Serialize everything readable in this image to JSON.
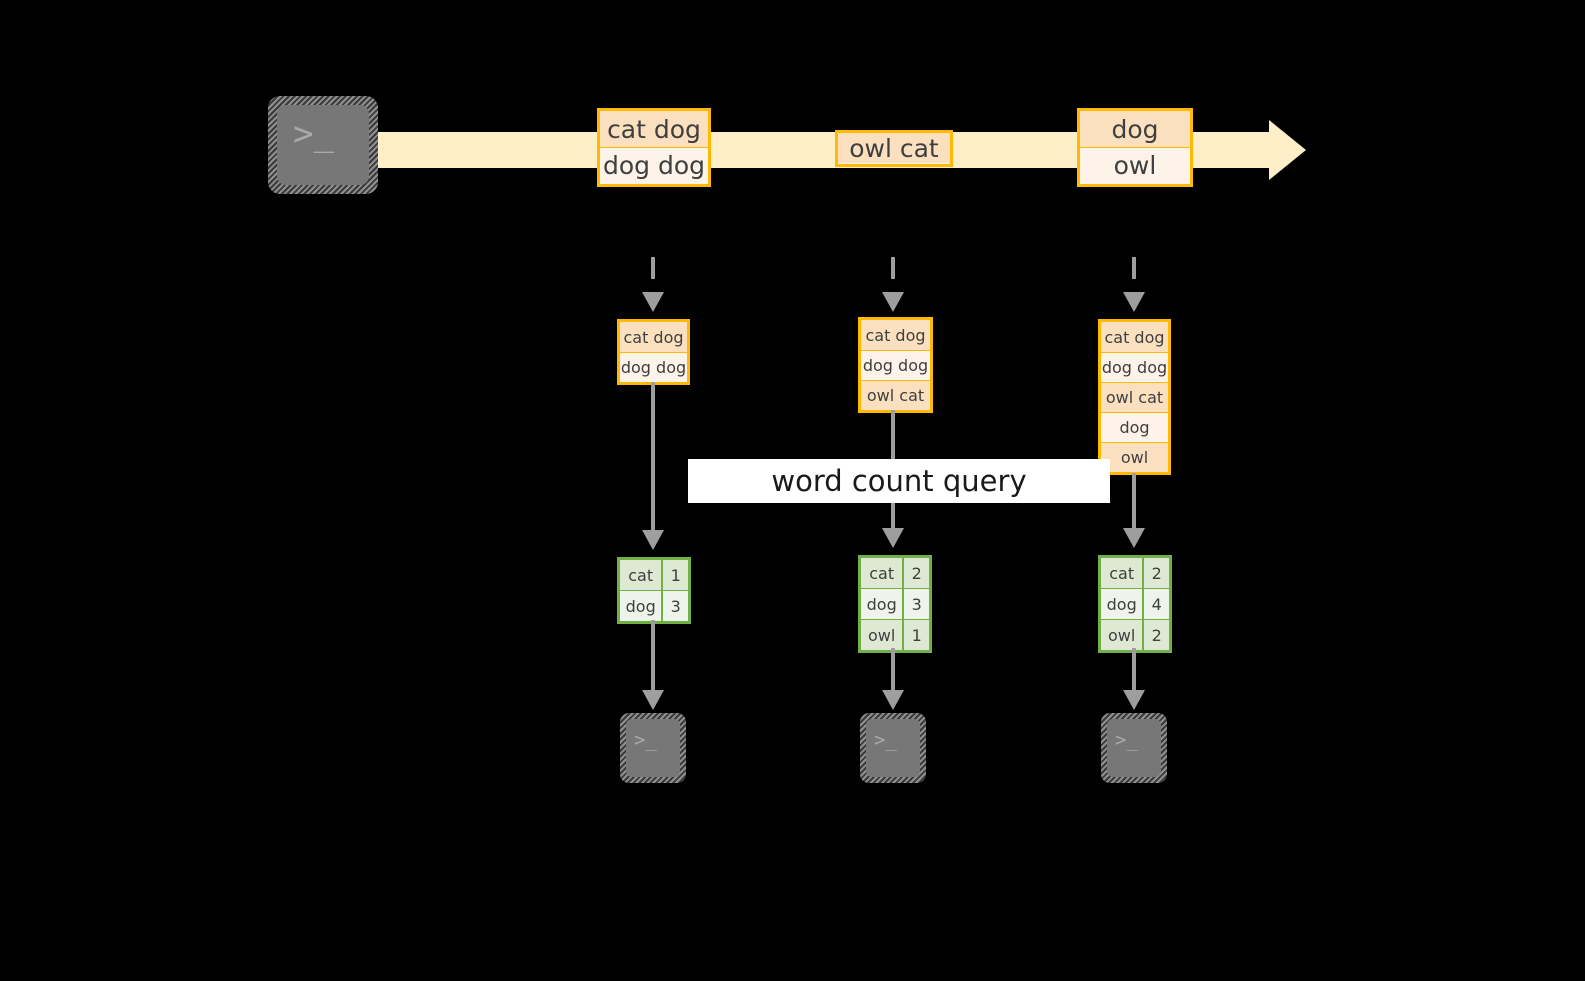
{
  "diagram": {
    "title": "",
    "colors": {
      "background": "#000000",
      "stream_bar": "#FFEFC8",
      "event_border": "#FFB900",
      "event_fill_dark": "#FBE0C0",
      "event_fill_light": "#FDF3E8",
      "result_border": "#71AF47",
      "result_fill_dark": "#DEE9D3",
      "result_fill_light": "#EFF4EB",
      "arrow": "#9E9E9E",
      "terminal_body": "#777777",
      "label_background": "#FFFFFF"
    },
    "producer": {
      "icon": "terminal-icon",
      "prompt": ">_"
    },
    "stream": {
      "icon": "right-arrow-stream",
      "events": [
        {
          "lines": [
            "cat dog",
            "dog dog"
          ]
        },
        {
          "lines": [
            "owl cat"
          ]
        },
        {
          "lines": [
            "dog",
            "owl"
          ]
        }
      ]
    },
    "columns": [
      {
        "id": "t1",
        "inbound_arrow": "dashed-down-arrow",
        "snapshot": [
          "cat dog",
          "dog dog"
        ],
        "result": {
          "rows": [
            {
              "word": "cat",
              "count": "1"
            },
            {
              "word": "dog",
              "count": "3"
            }
          ]
        },
        "consumer": {
          "icon": "terminal-icon",
          "prompt": ">_"
        }
      },
      {
        "id": "t2",
        "inbound_arrow": "dashed-down-arrow",
        "snapshot": [
          "cat dog",
          "dog dog",
          "owl cat"
        ],
        "result": {
          "rows": [
            {
              "word": "cat",
              "count": "2"
            },
            {
              "word": "dog",
              "count": "3"
            },
            {
              "word": "owl",
              "count": "1"
            }
          ]
        },
        "consumer": {
          "icon": "terminal-icon",
          "prompt": ">_"
        }
      },
      {
        "id": "t3",
        "inbound_arrow": "dashed-down-arrow",
        "snapshot": [
          "cat dog",
          "dog dog",
          "owl cat",
          "dog",
          "owl"
        ],
        "result": {
          "rows": [
            {
              "word": "cat",
              "count": "2"
            },
            {
              "word": "dog",
              "count": "4"
            },
            {
              "word": "owl",
              "count": "2"
            }
          ]
        },
        "consumer": {
          "icon": "terminal-icon",
          "prompt": ">_"
        }
      }
    ],
    "query_label": "word count query"
  }
}
